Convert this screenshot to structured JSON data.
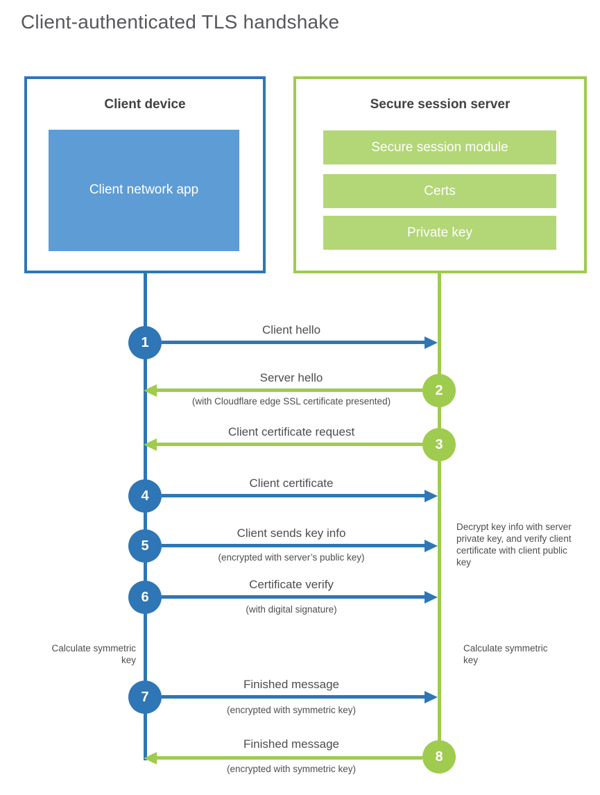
{
  "title": "Client-authenticated TLS handshake",
  "colors": {
    "blue": "#2e76b5",
    "bluefill": "#5d9cd5",
    "green": "#9fcb4e",
    "greenfill": "#b3d677",
    "heading": "#414142",
    "text": "#4c4d4f"
  },
  "client": {
    "title": "Client device",
    "app": "Client network app"
  },
  "server": {
    "title": "Secure session server",
    "modules": [
      "Secure session module",
      "Certs",
      "Private key"
    ]
  },
  "steps": [
    {
      "num": "1",
      "label": "Client hello",
      "direction": "right",
      "color": "blue"
    },
    {
      "num": "2",
      "label": "Server hello",
      "sub": "(with Cloudflare edge SSL certificate presented)",
      "direction": "left",
      "color": "green"
    },
    {
      "num": "3",
      "label": "Client certificate request",
      "direction": "left",
      "color": "green"
    },
    {
      "num": "4",
      "label": "Client certificate",
      "direction": "right",
      "color": "blue"
    },
    {
      "num": "5",
      "label": "Client sends key info",
      "sub": "(encrypted with server’s public key)",
      "direction": "right",
      "color": "blue"
    },
    {
      "num": "6",
      "label": "Certificate verify",
      "sub": "(with digital signature)",
      "direction": "right",
      "color": "blue"
    },
    {
      "num": "7",
      "label": "Finished message",
      "sub": "(encrypted with symmetric key)",
      "direction": "right",
      "color": "blue"
    },
    {
      "num": "8",
      "label": "Finished message",
      "sub": "(encrypted with symmetric key)",
      "direction": "left",
      "color": "green"
    }
  ],
  "notes": {
    "decrypt": "Decrypt key info with server private key, and verify client certificate with client public key",
    "calc_client": "Calculate symmetric key",
    "calc_server": "Calculate symmetric key"
  }
}
